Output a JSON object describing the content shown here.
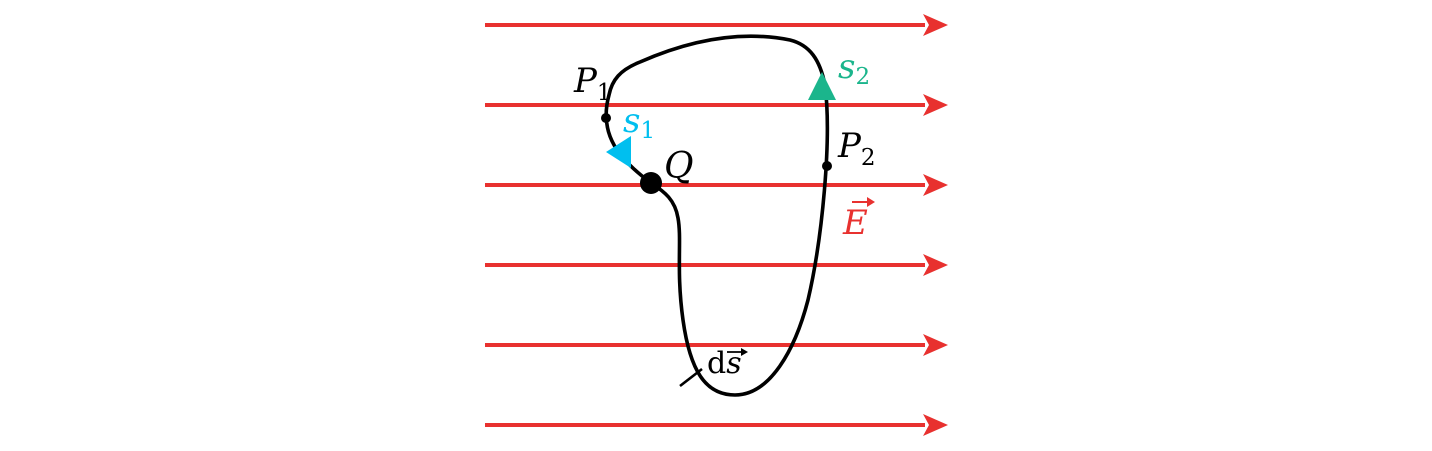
{
  "colors": {
    "field": "#e8312f",
    "curve": "#000000",
    "s1": "#00bfef",
    "s2": "#1bb58c",
    "label": "#000000"
  },
  "field": {
    "label_symbol": "E",
    "line_count": 6
  },
  "labels": {
    "p1_base": "P",
    "p1_sub": "1",
    "p2_base": "P",
    "p2_sub": "2",
    "q": "Q",
    "s1_base": "s",
    "s1_sub": "1",
    "s2_base": "s",
    "s2_sub": "2",
    "ds_d": "d",
    "ds_s": "s"
  }
}
